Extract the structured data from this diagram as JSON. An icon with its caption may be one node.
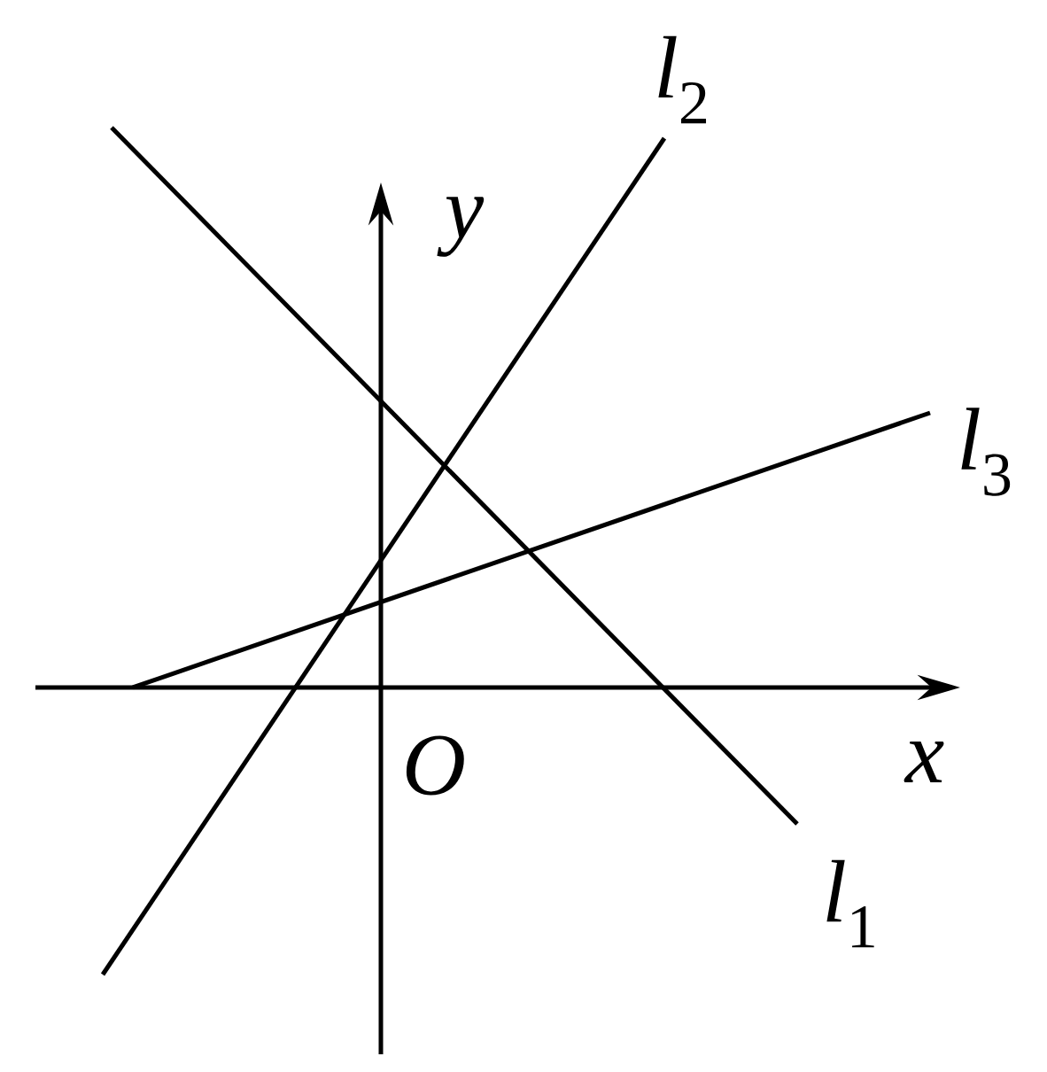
{
  "diagram": {
    "labels": [
      "*l*$_{2}$",
      "*y*",
      "*l*$_{3}$",
      "*O*",
      "*x*",
      "*l*$_{1}$"
    ]
  }
}
